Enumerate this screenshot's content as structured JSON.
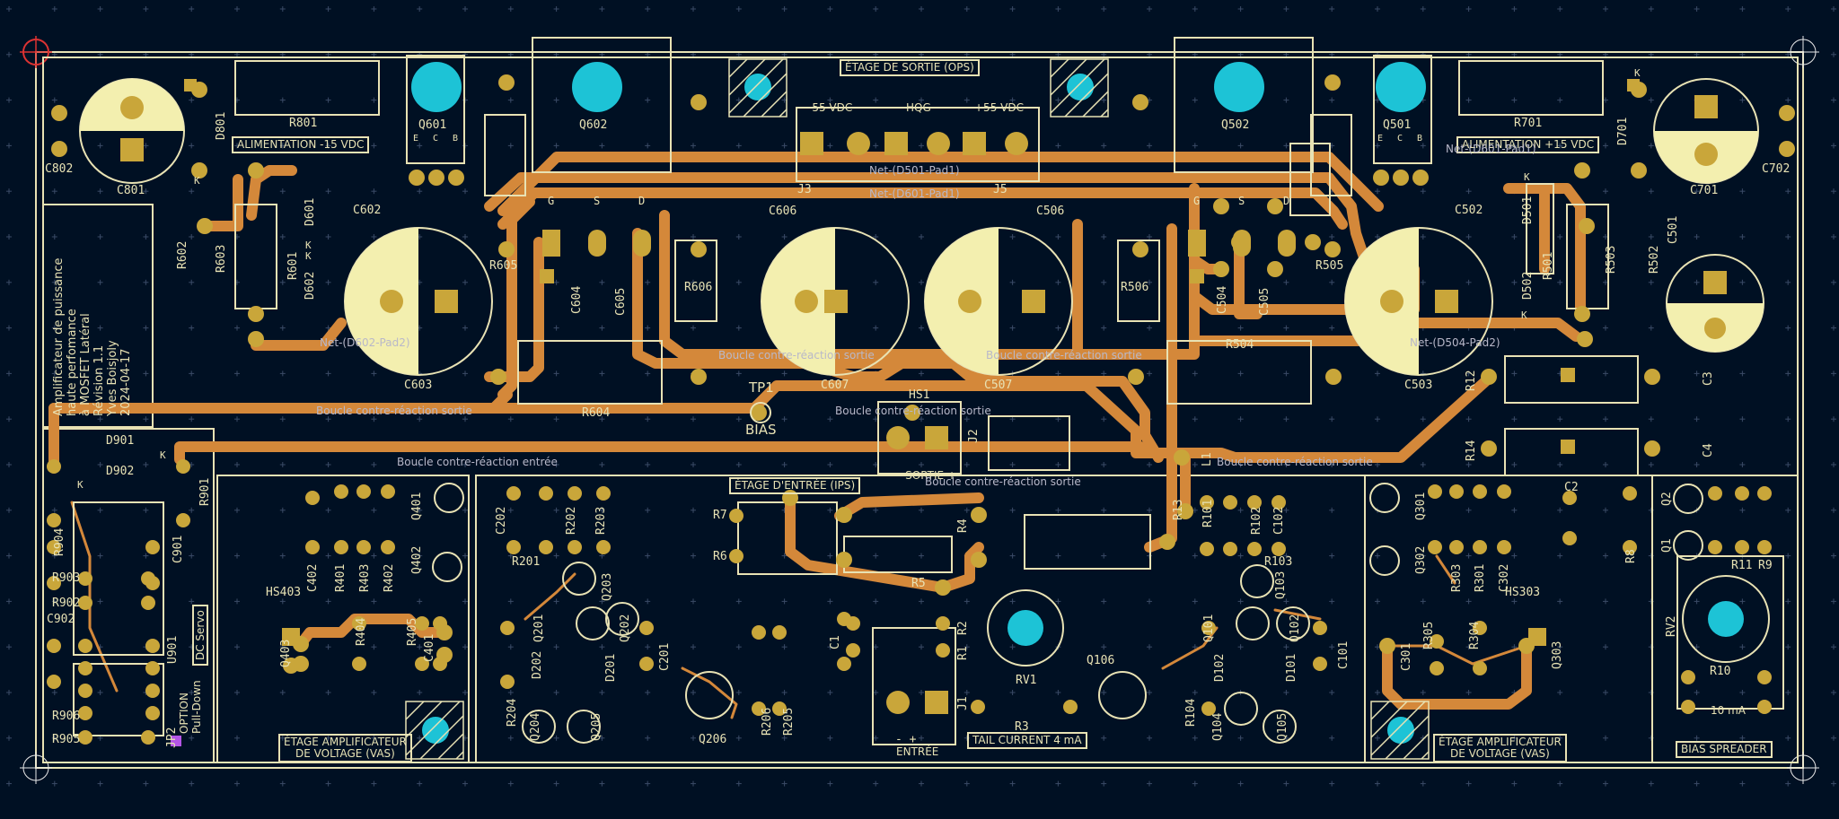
{
  "colors": {
    "board": "#001023",
    "silk": "#e8e2b4",
    "copper": "#d4883a",
    "pad": "#c9a63a",
    "mount": "#1dc3d6",
    "capfill": "#f3efaf"
  },
  "board_title": [
    "Amplificateur de puissance",
    "haute perfomance",
    "à MOSFET Latéral",
    "Révision 1.1",
    "Yves Boisjoly",
    "2024-04-17"
  ],
  "sections": {
    "ops": "ÉTAGE DE SORTIE (OPS)",
    "psu_neg": "ALIMENTATION -15 VDC",
    "psu_pos": "ALIMENTATION +15 VDC",
    "ips": "ÉTAGE D'ENTRÉE (IPS)",
    "vas1": "ÉTAGE AMPLIFICATEUR",
    "vas2": "DE VOLTAGE (VAS)",
    "bias": "BIAS SPREADER",
    "dc_servo": "DC Servo",
    "sortie": "- SORTIE +",
    "entree": "ENTRÉE",
    "entree_pm": "-  +",
    "tail": "TAIL CURRENT 4 mA",
    "ten_ma": "10 mA",
    "jp2a": "OPTION",
    "jp2b": "Pull-Down",
    "v_neg": "-55 VDC",
    "hqg": "HQG",
    "v_pos": "+55 VDC",
    "tp1": "TP1",
    "bias_tp": "BIAS"
  },
  "nets": {
    "fb_out": "Boucle contre-réaction sortie",
    "fb_in": "Boucle contre-réaction entrée",
    "d501": "Net-(D501-Pad1)",
    "d601": "Net-(D601-Pad1)",
    "d601b": "Net-(D601-Pad1)",
    "d602": "Net-(D602-Pad2)",
    "d504": "Net-(D504-Pad2)"
  },
  "refs": {
    "r801": "R801",
    "q601": "Q601",
    "q602": "Q602",
    "q502": "Q502",
    "q501": "Q501",
    "r701": "R701",
    "c802": "C802",
    "c801": "C801",
    "d801": "D801",
    "c701": "C701",
    "d701": "D701",
    "c702": "C702",
    "r602": "R602",
    "r603": "R603",
    "r601": "R601",
    "d601": "D601",
    "d602": "D602",
    "c602": "C602",
    "r605": "R605",
    "c604": "C604",
    "c605": "C605",
    "r606": "R606",
    "c606": "C606",
    "j3": "J3",
    "j5": "J5",
    "c506": "C506",
    "r506": "R506",
    "c502": "C502",
    "r505": "R505",
    "c504": "C504",
    "c505": "C505",
    "r503": "R503",
    "r502": "R502",
    "d501": "D501",
    "d502": "D502",
    "r501": "R501",
    "c501": "C501",
    "c603": "C603",
    "r604": "R604",
    "c607": "C607",
    "c507": "C507",
    "r504": "R504",
    "c503": "C503",
    "hs1": "HS1",
    "j2": "J2",
    "r12": "R12",
    "c3": "C3",
    "r14": "R14",
    "c4": "C4",
    "l1": "L1",
    "r13": "R13",
    "d901": "D901",
    "d902": "D902",
    "r901": "R901",
    "c901": "C901",
    "r904": "R904",
    "r903": "R903",
    "r902": "R902",
    "c902": "C902",
    "u901": "U901",
    "r906": "R906",
    "r905": "R905",
    "jp2": "JP2",
    "hs403": "HS403",
    "c402": "C402",
    "r401": "R401",
    "r403": "R403",
    "r402": "R402",
    "q401": "Q401",
    "q402": "Q402",
    "q403": "Q403",
    "r404": "R404",
    "r405": "R405",
    "c401": "C401",
    "c202": "C202",
    "r202": "R202",
    "r203": "R203",
    "r201": "R201",
    "q203": "Q203",
    "q201": "Q201",
    "q202": "Q202",
    "r204": "R204",
    "d202": "D202",
    "d201": "D201",
    "c201": "C201",
    "q204": "Q204",
    "q205": "Q205",
    "q206": "Q206",
    "r206": "R206",
    "r205": "R205",
    "r7": "R7",
    "r6": "R6",
    "r4": "R4",
    "r5": "R5",
    "c1": "C1",
    "r2": "R2",
    "r1": "R1",
    "rv1": "RV1",
    "j1": "J1",
    "r3": "R3",
    "r101": "R101",
    "r102": "R102",
    "c102": "C102",
    "r103": "R103",
    "q103": "Q103",
    "q101": "Q101",
    "q102": "Q102",
    "q106": "Q106",
    "r104": "R104",
    "d102": "D102",
    "d101": "D101",
    "c101": "C101",
    "q104": "Q104",
    "q105": "Q105",
    "q301": "Q301",
    "q302": "Q302",
    "r303": "R303",
    "r301": "R301",
    "c302": "C302",
    "c2": "C2",
    "hs303": "HS303",
    "c301": "C301",
    "r305": "R305",
    "r304": "R304",
    "q303": "Q303",
    "q2": "Q2",
    "q1": "Q1",
    "r8": "R8",
    "r11": "R11",
    "r9": "R9",
    "rv2": "RV2",
    "r10": "R10"
  },
  "pins": {
    "g": "G",
    "s": "S",
    "d": "D",
    "e": "E",
    "c": "C",
    "b": "B",
    "k": "K"
  }
}
